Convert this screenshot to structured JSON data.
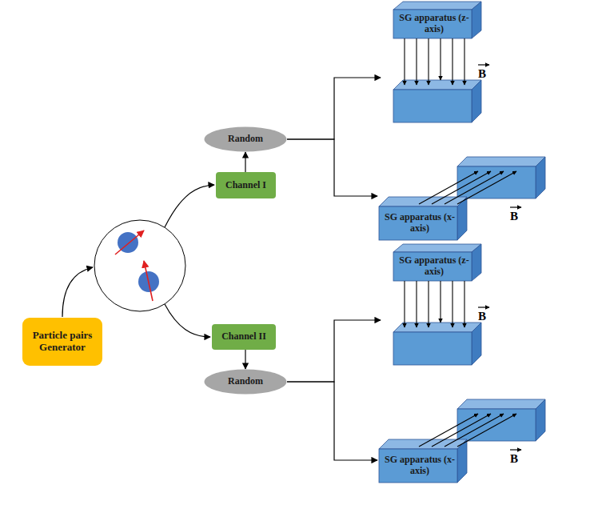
{
  "diagram": {
    "nodes": [
      {
        "text": [
          "Particle pairs Generator"
        ]
      },
      {
        "text": [
          "Channel I"
        ]
      },
      {
        "text": [
          "Random"
        ]
      },
      {
        "text": [
          "SG apparatus (z-axis)"
        ]
      },
      {
        "text": [
          "SG apparatus (x-axis)"
        ]
      },
      {
        "text": [
          "Channel II"
        ]
      },
      {
        "text": [
          "Random"
        ]
      },
      {
        "text": [
          "SG apparatus (z-axis)"
        ]
      },
      {
        "text": [
          "SG apparatus (x-axis)"
        ]
      }
    ],
    "edges": [
      {
        "from": 1,
        "to": 2,
        "arrow": "to"
      },
      {
        "from": 2,
        "to": 3,
        "arrow": "to"
      },
      {
        "from": 2,
        "to": 4,
        "arrow": "to"
      },
      {
        "from": 5,
        "to": 6,
        "arrow": "to"
      },
      {
        "from": 6,
        "to": 7,
        "arrow": "to"
      },
      {
        "from": 6,
        "to": 8,
        "arrow": "to"
      }
    ],
    "labels": [
      "B",
      "B",
      "B",
      "B"
    ]
  }
}
